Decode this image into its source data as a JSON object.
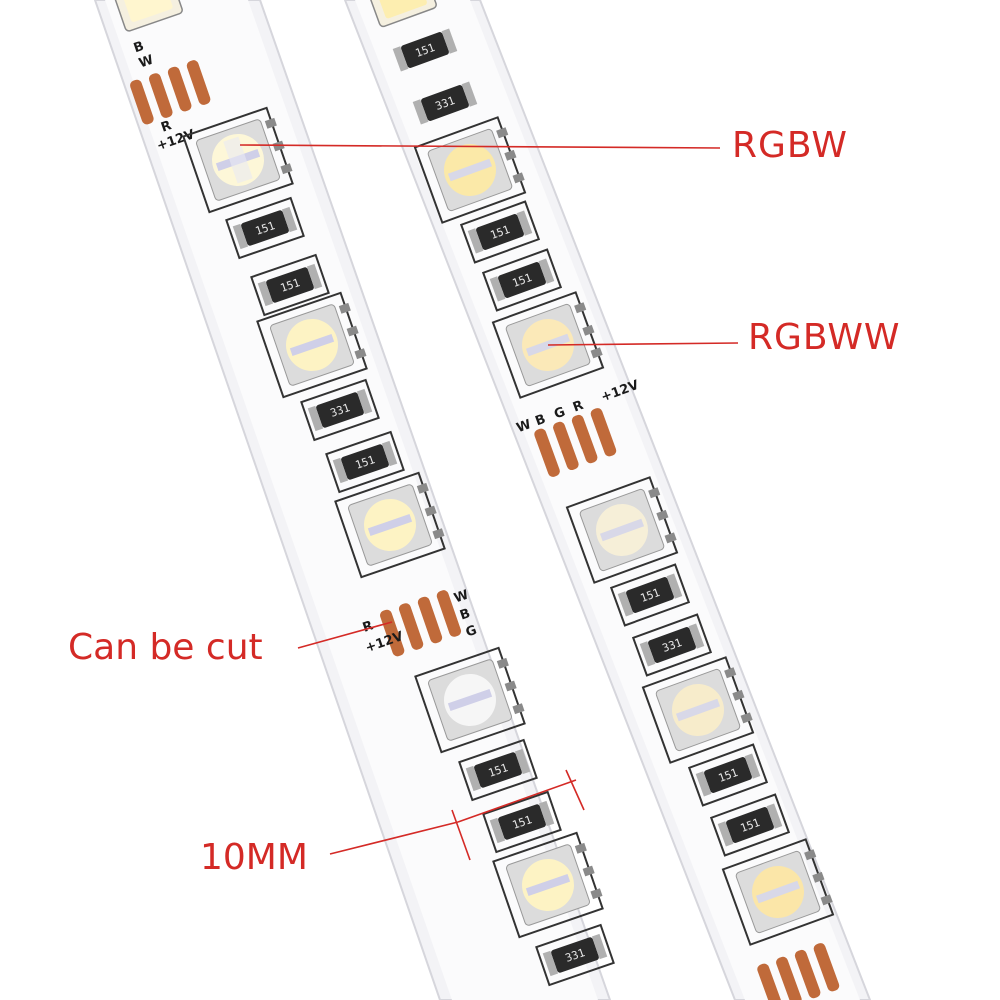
{
  "labels": {
    "rgbw": "RGBW",
    "rgbww": "RGBWW",
    "can_be_cut": "Can be cut",
    "ten_mm": "10MM"
  },
  "pads": {
    "w": "W",
    "b": "B",
    "g": "G",
    "r": "R",
    "v12": "+12V"
  },
  "resistor_codes": {
    "a": "151",
    "b": "331"
  },
  "colors": {
    "callout_red": "#d42a26",
    "strip": "#f6f6f8",
    "copper": "#c06a3a",
    "led_warm": "#fbf2c8",
    "led_cool": "#fafafa",
    "outline": "#3a3a3a"
  }
}
